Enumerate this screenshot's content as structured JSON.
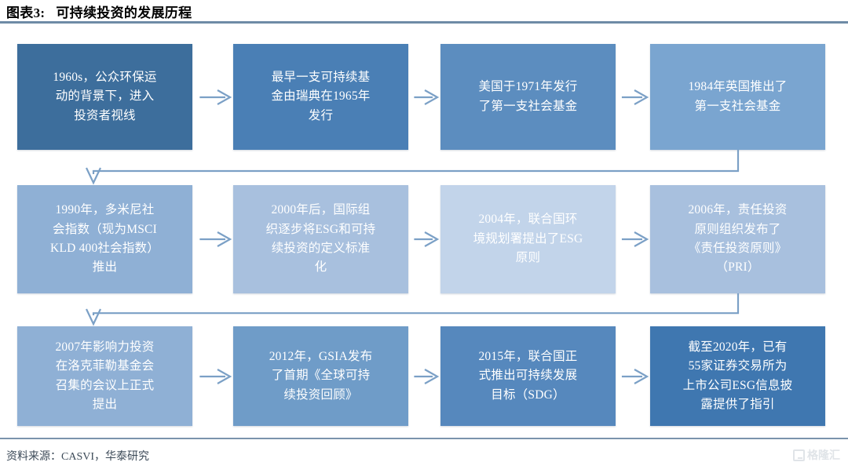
{
  "header": {
    "title_label": "图表3:",
    "title_text": "可持续投资的发展历程",
    "rule_color": "#6e8ba6"
  },
  "flow": {
    "arrow_color": "#7ba0c6",
    "rows": [
      {
        "row_name": "row-1",
        "boxes": [
          {
            "name": "box-1960s",
            "text": "1960s，公众环保运\n动的背景下，进入\n投资者视线",
            "color": "#3d6e9c"
          },
          {
            "name": "box-1965",
            "text": "最早一支可持续基\n金由瑞典在1965年\n发行",
            "color": "#4a7fb5"
          },
          {
            "name": "box-1971",
            "text": "美国于1971年发行\n了第一支社会基金",
            "color": "#5c8dbf"
          },
          {
            "name": "box-1984",
            "text": "1984年英国推出了\n第一支社会基金",
            "color": "#7aa5d0"
          }
        ]
      },
      {
        "row_name": "row-2",
        "boxes": [
          {
            "name": "box-1990",
            "text": "1990年，多米尼社\n会指数（现为MSCI\nKLD 400社会指数）\n推出",
            "color": "#8fb0d5"
          },
          {
            "name": "box-2000",
            "text": "2000年后，国际组\n织逐步将ESG和可持\n续投资的定义标准\n化",
            "color": "#a8c0de"
          },
          {
            "name": "box-2004",
            "text": "2004年，联合国环\n境规划署提出了ESG\n原则",
            "color": "#c2d4ea"
          },
          {
            "name": "box-2006",
            "text": "2006年，责任投资\n原则组织发布了\n《责任投资原则》\n（PRI）",
            "color": "#a8c0de"
          }
        ]
      },
      {
        "row_name": "row-3",
        "boxes": [
          {
            "name": "box-2007",
            "text": "2007年影响力投资\n在洛克菲勒基金会\n召集的会议上正式\n提出",
            "color": "#8fb0d5"
          },
          {
            "name": "box-2012",
            "text": "2012年，GSIA发布\n了首期《全球可持\n续投资回顾》",
            "color": "#6f9cc8"
          },
          {
            "name": "box-2015",
            "text": "2015年，联合国正\n式推出可持续发展\n目标（SDG）",
            "color": "#5688bd"
          },
          {
            "name": "box-2020",
            "text": "截至2020年，已有\n55家证券交易所为\n上市公司ESG信息披\n露提供了指引",
            "color": "#3f77b0"
          }
        ]
      }
    ]
  },
  "footer": {
    "source": "资料来源：CASVI，华泰研究",
    "watermark_text": "格隆汇",
    "rule_color": "#7a93ac"
  }
}
